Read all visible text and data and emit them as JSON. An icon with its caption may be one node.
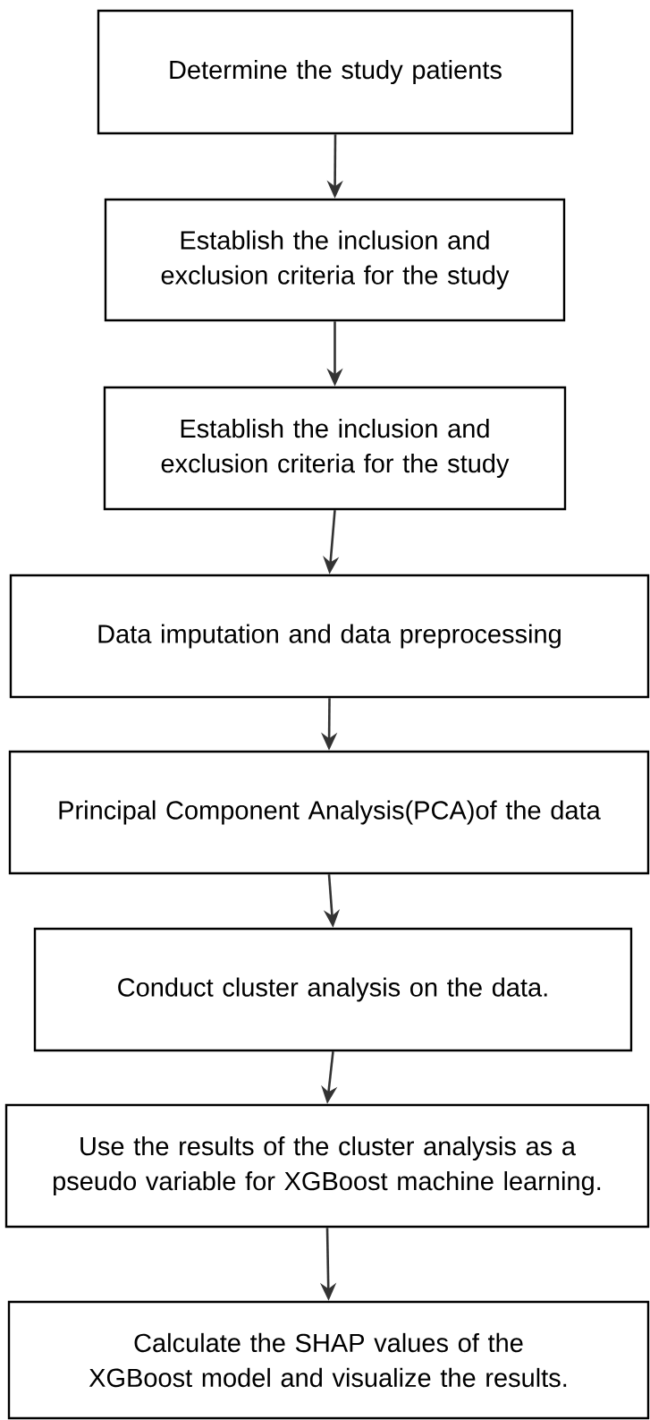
{
  "diagram": {
    "nodes": [
      {
        "text": [
          "Determine the study patients"
        ]
      },
      {
        "text": [
          "Establish the inclusion and exclusion criteria for the study"
        ]
      },
      {
        "text": [
          "Establish the inclusion and exclusion criteria for the study"
        ]
      },
      {
        "text": [
          "Data imputation and data preprocessing"
        ]
      },
      {
        "text": [
          "Principal Component Analysis(PCA)of the data"
        ]
      },
      {
        "text": [
          "Conduct cluster analysis on the data."
        ]
      },
      {
        "text": [
          "Use the results of the cluster analysis as a pseudo variable for XGBoost machine learning."
        ]
      },
      {
        "text": [
          "Calculate the SHAP values of the XGBoost model and visualize the results."
        ]
      }
    ],
    "edges": [
      {
        "from": 0,
        "to": 1,
        "arrow": "to"
      },
      {
        "from": 1,
        "to": 2,
        "arrow": "to"
      },
      {
        "from": 2,
        "to": 3,
        "arrow": "to"
      },
      {
        "from": 3,
        "to": 4,
        "arrow": "to"
      },
      {
        "from": 4,
        "to": 5,
        "arrow": "to"
      },
      {
        "from": 5,
        "to": 6,
        "arrow": "to"
      },
      {
        "from": 6,
        "to": 7,
        "arrow": "to"
      }
    ]
  }
}
